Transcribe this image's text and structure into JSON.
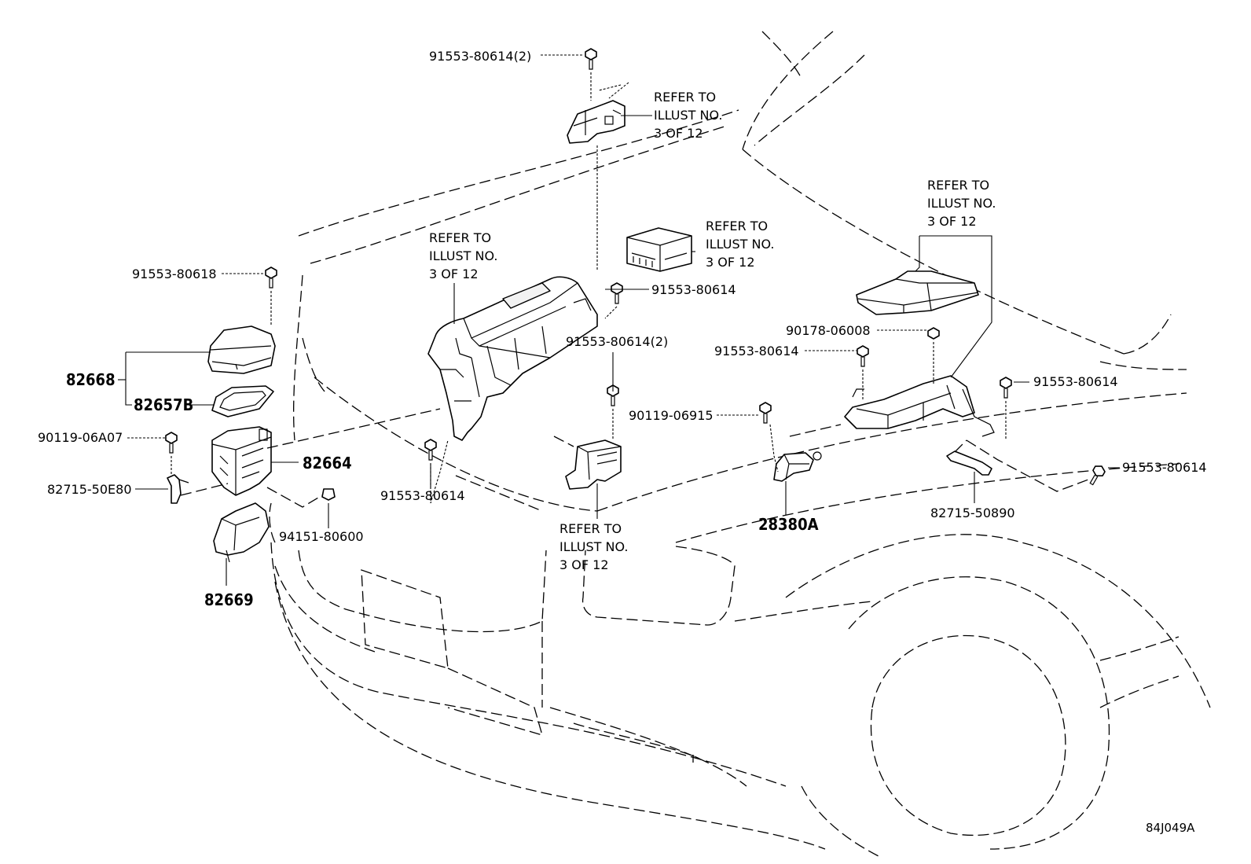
{
  "refer_note": [
    "REFER TO",
    "ILLUST NO.",
    "3 OF 12"
  ],
  "labels": {
    "p_91553_80614_2_top": "91553-80614(2)",
    "p_91553_80618": "91553-80618",
    "p_82668": "82668",
    "p_82657B": "82657B",
    "p_90119_06A07": "90119-06A07",
    "p_82715_50E80": "82715-50E80",
    "p_82664": "82664",
    "p_82669": "82669",
    "p_94151_80600": "94151-80600",
    "p_91553_80614_left": "91553-80614",
    "p_91553_80614_center": "91553-80614",
    "p_91553_80614_2_mid": "91553-80614(2)",
    "p_90178_06008": "90178-06008",
    "p_91553_80614_rightA": "91553-80614",
    "p_90119_06915": "90119-06915",
    "p_91553_80614_rightB": "91553-80614",
    "p_91553_80614_rightC": "91553-80614",
    "p_28380A": "28380A",
    "p_82715_50890": "82715-50890"
  },
  "illustration_code": "84J049A"
}
